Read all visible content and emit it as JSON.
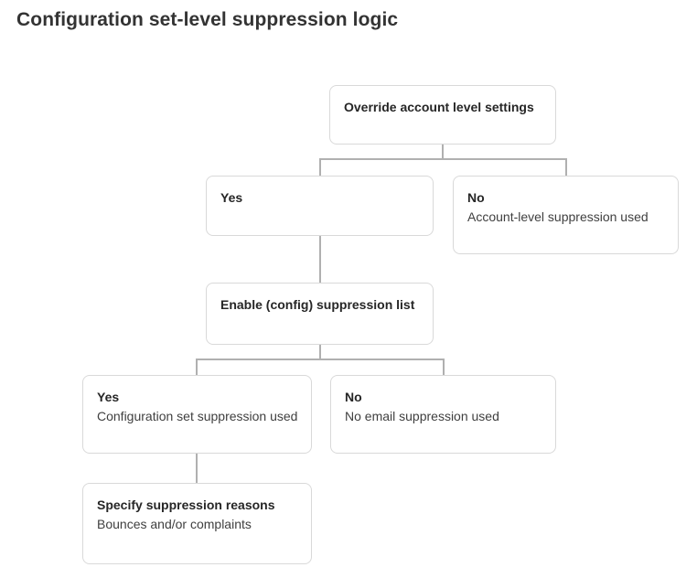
{
  "page": {
    "title": "Configuration set-level suppression logic"
  },
  "diagram": {
    "type": "flowchart",
    "nodes": {
      "override": {
        "title": "Override account level settings"
      },
      "yes1": {
        "title": "Yes"
      },
      "no1": {
        "title": "No",
        "subtitle": "Account-level suppression used"
      },
      "enable": {
        "title": "Enable (config) suppression list"
      },
      "yes2": {
        "title": "Yes",
        "subtitle": "Configuration set suppression used"
      },
      "no2": {
        "title": "No",
        "subtitle": "No email suppression used"
      },
      "specify": {
        "title": "Specify suppression reasons",
        "subtitle": "Bounces and/or complaints"
      }
    },
    "edges": [
      {
        "from": "override",
        "to": "yes1"
      },
      {
        "from": "override",
        "to": "no1"
      },
      {
        "from": "yes1",
        "to": "enable"
      },
      {
        "from": "enable",
        "to": "yes2"
      },
      {
        "from": "enable",
        "to": "no2"
      },
      {
        "from": "yes2",
        "to": "specify"
      }
    ],
    "colors": {
      "node_border": "#d9d9d9",
      "node_background": "#ffffff",
      "connector": "#b0b0b0",
      "title_text": "#333333",
      "node_title_text": "#262626",
      "node_subtitle_text": "#3f3f3f"
    }
  }
}
